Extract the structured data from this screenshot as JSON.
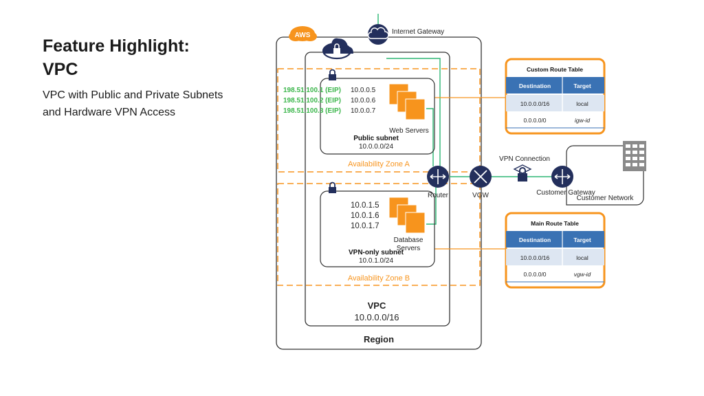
{
  "slide": {
    "title_line1": "Feature Highlight:",
    "title_line2": "VPC",
    "subtitle_line1": "VPC with Public and Private Subnets",
    "subtitle_line2": "and Hardware VPN Access"
  },
  "diagram": {
    "aws_badge": "AWS",
    "internet_gateway": "Internet Gateway",
    "region": "Region",
    "vpc": {
      "label": "VPC",
      "cidr": "10.0.0.0/16"
    },
    "zone_a": "Availability Zone A",
    "zone_b": "Availability Zone B",
    "public_subnet": {
      "label": "Public subnet",
      "cidr": "10.0.0.0/24",
      "eips": [
        "198.51.100.1 (EIP)",
        "198.51.100.2 (EIP)",
        "198.51.100.3 (EIP)"
      ],
      "ips": [
        "10.0.0.5",
        "10.0.0.6",
        "10.0.0.7"
      ],
      "servers": "Web Servers"
    },
    "vpn_subnet": {
      "label": "VPN-only subnet",
      "cidr": "10.0.1.0/24",
      "ips": [
        "10.0.1.5",
        "10.0.1.6",
        "10.0.1.7"
      ],
      "servers_line1": "Database",
      "servers_line2": "Servers"
    },
    "router": "Router",
    "vgw": "VGW",
    "vpn_connection": "VPN Connection",
    "customer_gateway": "Customer Gateway",
    "customer_network": "Customer Network",
    "custom_route_table": {
      "title": "Custom Route Table",
      "headers": [
        "Destination",
        "Target"
      ],
      "rows": [
        [
          "10.0.0.0/16",
          "local"
        ],
        [
          "0.0.0.0/0",
          "igw-id"
        ]
      ]
    },
    "main_route_table": {
      "title": "Main Route Table",
      "headers": [
        "Destination",
        "Target"
      ],
      "rows": [
        [
          "10.0.0.0/16",
          "local"
        ],
        [
          "0.0.0.0/0",
          "vgw-id"
        ]
      ]
    }
  },
  "colors": {
    "orange": "#f7941d",
    "navy": "#232f5c",
    "green": "#2bb673",
    "eip_green": "#3ab54a",
    "table_header": "#3a72b4",
    "table_row": "#dde6f2"
  }
}
